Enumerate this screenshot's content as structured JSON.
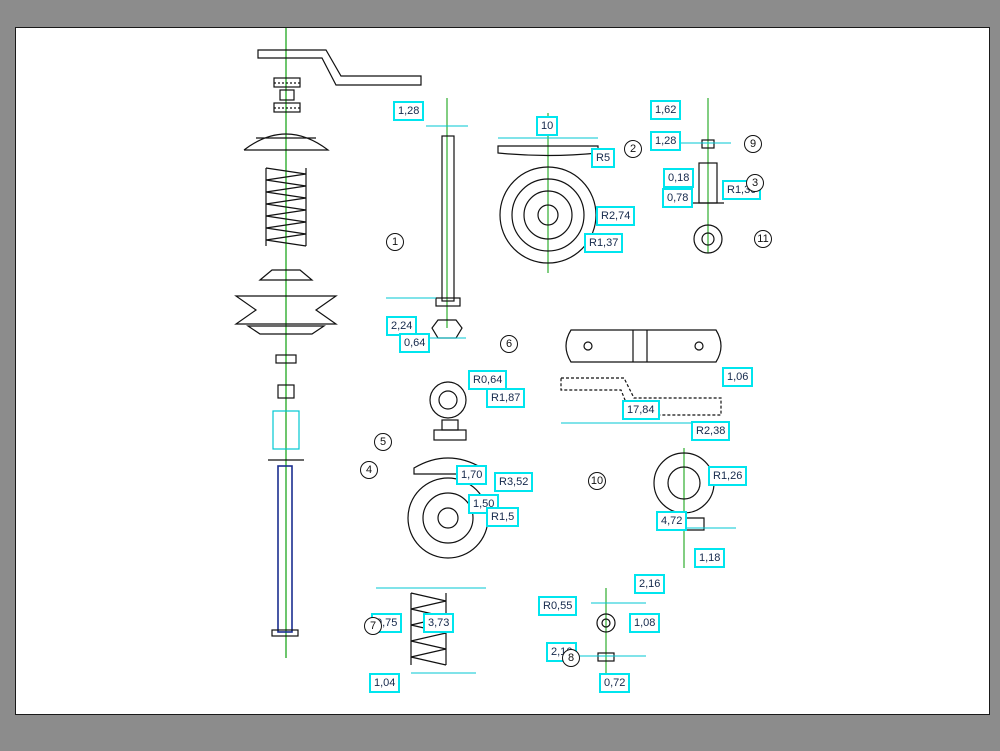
{
  "colors": {
    "background": "#8c8c8c",
    "sheet": "#ffffff",
    "dimension": "#00e5ee",
    "dimension_text": "#14284b",
    "centerline": "#2fae2f",
    "part": "#111111",
    "shaft_blue": "#1a2f8f"
  },
  "dimensions": {
    "d128a": "1,28",
    "d10": "10",
    "dR5": "R5",
    "dR274": "R2,74",
    "dR137": "R1,37",
    "d162": "1,62",
    "d128b": "1,28",
    "dR130": "R1,30",
    "d078": "0,78",
    "d018": "0,18",
    "d224": "2,24",
    "d064": "0,64",
    "dR064": "R0,64",
    "dR187": "R1,87",
    "d106": "1,06",
    "d1784": "17,84",
    "dR238": "R2,38",
    "d170": "1,70",
    "dR352": "R3,52",
    "d150": "1,50",
    "dR15": "R1,5",
    "dR126": "R1,26",
    "d472": "4,72",
    "d118": "1,18",
    "d216a": "2,16",
    "dR055": "R0,55",
    "d108": "1,08",
    "d216b": "2,16",
    "d072": "0,72",
    "d075": "0,75",
    "d373": "3,73",
    "d104": "1,04"
  },
  "balloons": {
    "b1": "1",
    "b2": "2",
    "b3": "3",
    "b4": "4",
    "b5": "5",
    "b6": "6",
    "b7": "7",
    "b8": "8",
    "b9": "9",
    "b10": "10",
    "b11": "11"
  }
}
